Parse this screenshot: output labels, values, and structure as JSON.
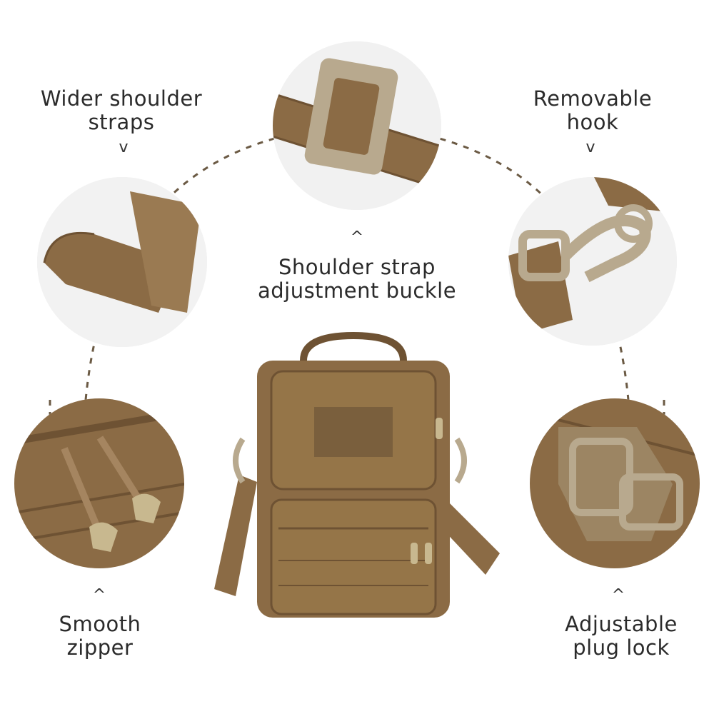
{
  "callouts": {
    "wider_straps": {
      "line1": "Wider shoulder",
      "line2": "straps",
      "caret": "v"
    },
    "buckle": {
      "line1": "Shoulder strap",
      "line2": "adjustment buckle",
      "caret": "^"
    },
    "hook": {
      "line1": "Removable",
      "line2": "hook",
      "caret": "v"
    },
    "zipper": {
      "line1": "Smooth",
      "line2": "zipper",
      "caret": "^"
    },
    "plug_lock": {
      "line1": "Adjustable",
      "line2": "plug lock",
      "caret": "^"
    }
  },
  "colors": {
    "coyote": "#8b6b45",
    "coyote_dark": "#6e5233",
    "coyote_light": "#a58560",
    "hardware": "#b8a98e",
    "dash": "#6b5a44"
  }
}
